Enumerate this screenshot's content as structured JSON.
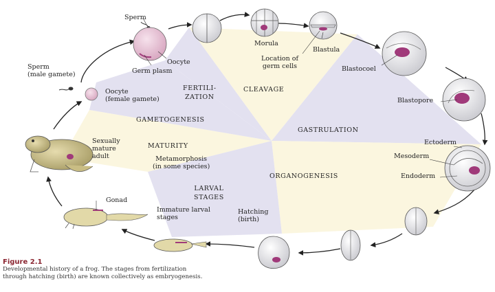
{
  "colors": {
    "sector_light": "#fbf6df",
    "sector_blue": "#e3e1f0",
    "cell_outline": "#555555",
    "germ_plasm": "#a03a7a",
    "oocyte_pink": "#e9c6d8",
    "caption_title": "#8a2530"
  },
  "labels": {
    "sperm_top": "Sperm",
    "oocyte_top": "Oocyte",
    "germ_plasm": "Germ plasm",
    "sperm_male": "Sperm\n(male gamete)",
    "oocyte_female": "Oocyte\n(female gamete)",
    "morula": "Morula",
    "location_germ": "Location of\ngerm cells",
    "blastula": "Blastula",
    "blastocoel": "Blastocoel",
    "blastopore": "Blastopore",
    "ectoderm": "Ectoderm",
    "mesoderm": "Mesoderm",
    "endoderm": "Endoderm",
    "sexually_mature": "Sexually\nmature\nadult",
    "metamorphosis": "Metamorphosis\n(in some species)",
    "gonad": "Gonad",
    "immature_larval": "Immature larval\nstages",
    "hatching": "Hatching\n(birth)"
  },
  "stages": {
    "fertilization": "FERTILI-\nZATION",
    "cleavage": "CLEAVAGE",
    "gametogenesis": "GAMETOGENESIS",
    "gastrulation": "GASTRULATION",
    "maturity": "MATURITY",
    "organogenesis": "ORGANOGENESIS",
    "larval_stages": "LARVAL\nSTAGES"
  },
  "caption": {
    "title": "Figure 2.1",
    "text": "Developmental history of a frog. The stages from fertilization\nthrough hatching (birth) are known collectively as embryogenesis."
  }
}
